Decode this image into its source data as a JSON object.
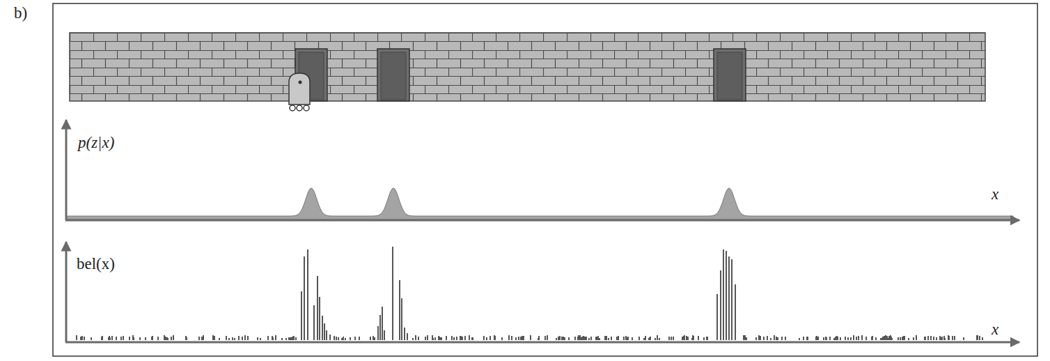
{
  "diagram": {
    "labels": [
      "b)",
      "p(z|x)",
      "x",
      "bel(x)",
      "x"
    ]
  }
}
